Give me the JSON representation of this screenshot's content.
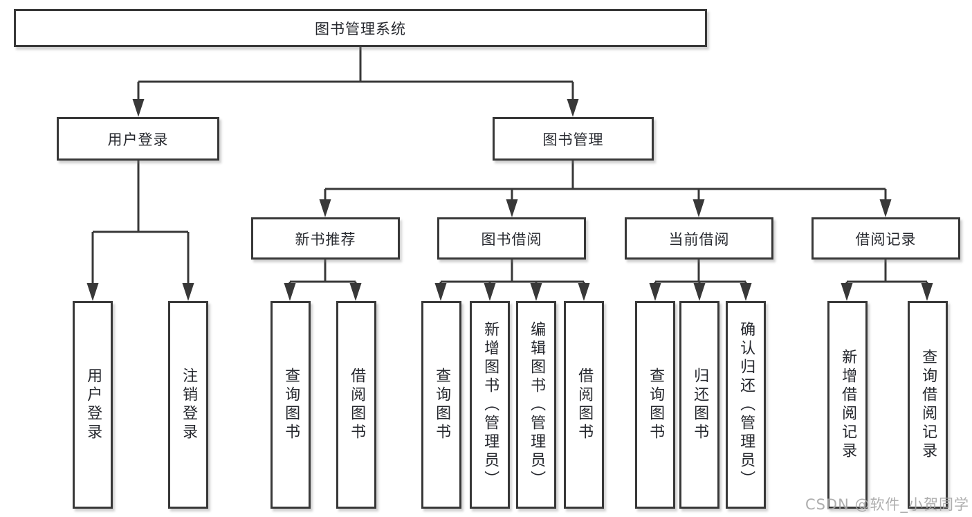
{
  "tree": {
    "root": "图书管理系统",
    "branches": [
      {
        "label": "用户登录",
        "children": [
          "用户登录",
          "注销登录"
        ]
      },
      {
        "label": "图书管理",
        "groups": [
          {
            "label": "新书推荐",
            "children": [
              "查询图书",
              "借阅图书"
            ]
          },
          {
            "label": "图书借阅",
            "children": [
              "查询图书",
              "新增图书（管理员）",
              "编辑图书（管理员）",
              "借阅图书"
            ]
          },
          {
            "label": "当前借阅",
            "children": [
              "查询图书",
              "归还图书",
              "确认归还（管理员）"
            ]
          },
          {
            "label": "借阅记录",
            "children": [
              "新增借阅记录",
              "查询借阅记录"
            ]
          }
        ]
      }
    ]
  },
  "watermark": "CSDN @软件_小贺同学",
  "colors": {
    "line": "#383838",
    "text": "#26282e",
    "background": "#ffffff",
    "watermark": "#a5a5a5"
  }
}
